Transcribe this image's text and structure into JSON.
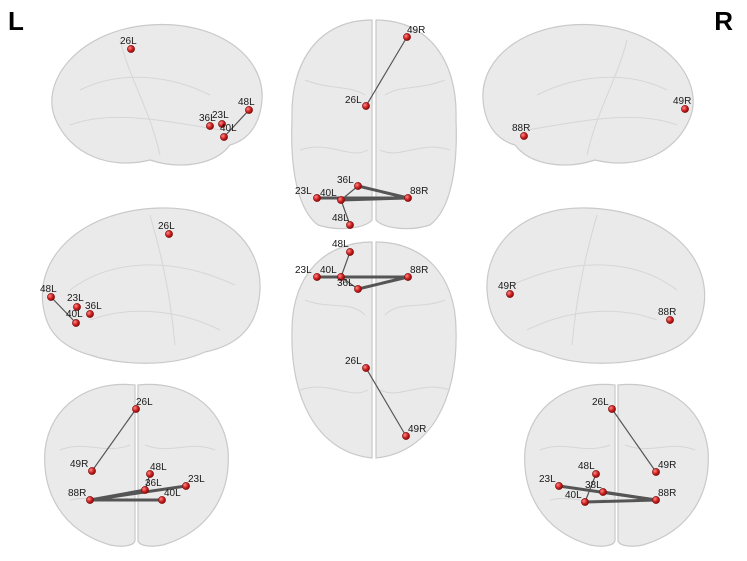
{
  "hemisphere_labels": {
    "left": "L",
    "right": "R"
  },
  "colors": {
    "node": "#d02020",
    "edge": "#555555",
    "brain": "#eaeaea",
    "brain_outline": "#c9c9c9"
  },
  "views": [
    {
      "id": "left-lateral",
      "nodes": [
        "26L",
        "36L",
        "23L",
        "40L",
        "48L"
      ],
      "edges": [
        [
          "48L",
          "40L"
        ]
      ]
    },
    {
      "id": "right-lateral",
      "nodes": [
        "49R",
        "88R"
      ],
      "edges": []
    },
    {
      "id": "left-medial",
      "nodes": [
        "26L",
        "48L",
        "23L",
        "36L",
        "40L"
      ],
      "edges": [
        [
          "48L",
          "40L"
        ]
      ]
    },
    {
      "id": "right-medial",
      "nodes": [
        "49R",
        "88R"
      ],
      "edges": []
    },
    {
      "id": "dorsal",
      "nodes": [
        "49R",
        "26L",
        "36L",
        "23L",
        "40L",
        "88R",
        "48L"
      ],
      "edges": [
        [
          "49R",
          "26L"
        ],
        [
          "36L",
          "88R"
        ],
        [
          "23L",
          "88R"
        ],
        [
          "40L",
          "88R"
        ],
        [
          "36L",
          "40L"
        ],
        [
          "40L",
          "48L"
        ]
      ]
    },
    {
      "id": "ventral",
      "nodes": [
        "48L",
        "23L",
        "40L",
        "36L",
        "88R",
        "26L",
        "49R"
      ],
      "edges": [
        [
          "48L",
          "40L"
        ],
        [
          "40L",
          "88R"
        ],
        [
          "23L",
          "88R"
        ],
        [
          "36L",
          "88R"
        ],
        [
          "40L",
          "36L"
        ],
        [
          "26L",
          "49R"
        ]
      ]
    },
    {
      "id": "anterior",
      "nodes": [
        "26L",
        "49R",
        "48L",
        "36L",
        "88R",
        "40L",
        "23L"
      ],
      "edges": [
        [
          "26L",
          "49R"
        ],
        [
          "88R",
          "23L"
        ],
        [
          "88R",
          "40L"
        ],
        [
          "88R",
          "36L"
        ],
        [
          "36L",
          "48L"
        ]
      ]
    },
    {
      "id": "posterior",
      "nodes": [
        "26L",
        "48L",
        "49R",
        "23L",
        "38L",
        "40L",
        "88R"
      ],
      "edges": [
        [
          "26L",
          "49R"
        ],
        [
          "40L",
          "88R"
        ],
        [
          "38L",
          "88R"
        ],
        [
          "23L",
          "88R"
        ],
        [
          "48L",
          "40L"
        ]
      ]
    }
  ]
}
